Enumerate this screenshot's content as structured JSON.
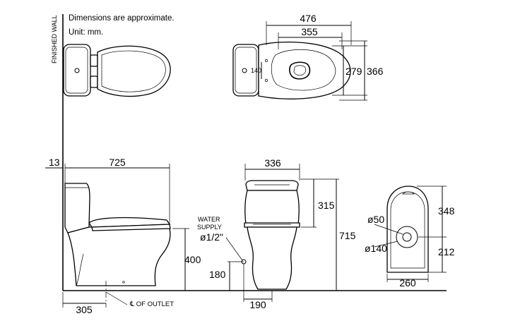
{
  "notes": {
    "line1": "Dimensions are approximate.",
    "line2": "Unit: mm."
  },
  "labels": {
    "finished_wall": "FINISHED WALL",
    "water_supply_line1": "WATER",
    "water_supply_line2": "SUPPLY",
    "water_supply_size": "ø1/2\"",
    "outlet": "℄ OF OUTLET"
  },
  "dimensions": {
    "top_width": "476",
    "top_inner_width": "355",
    "top_depth_inner": "279",
    "top_depth": "366",
    "top_holes": "140",
    "side_offset": "13",
    "side_length": "725",
    "side_outlet": "305",
    "side_height": "400",
    "front_width": "336",
    "front_tank": "315",
    "front_height": "715",
    "supply_height": "180",
    "supply_offset": "190",
    "base_dia_small": "ø50",
    "base_dia_large": "ø140",
    "base_upper": "348",
    "base_lower": "212",
    "base_width": "260"
  }
}
